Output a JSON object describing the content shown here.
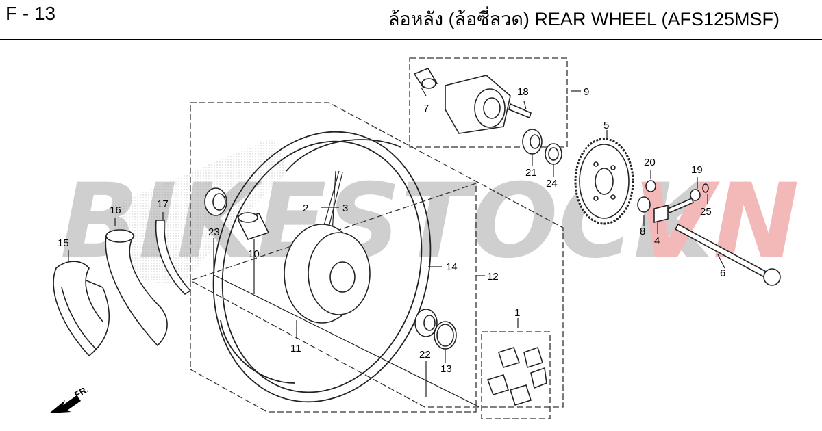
{
  "header": {
    "code": "F - 13",
    "title": "ล้อหลัง (ล้อซี่ลวด)  REAR WHEEL (AFS125MSF)"
  },
  "watermark": {
    "text_gray": "BIKESTOCK",
    "text_red": "VN",
    "color_gray": "#cfcfcf",
    "color_red": "#f3b9b9"
  },
  "direction_label": "FR.",
  "callouts": {
    "c1": "1",
    "c2": "2",
    "c3": "3",
    "c4": "4",
    "c5": "5",
    "c6": "6",
    "c7": "7",
    "c8": "8",
    "c9": "9",
    "c10": "10",
    "c11": "11",
    "c12": "12",
    "c13": "13",
    "c14": "14",
    "c15": "15",
    "c16": "16",
    "c17": "17",
    "c18": "18",
    "c19": "19",
    "c20": "20",
    "c21": "21",
    "c22": "22",
    "c23": "23",
    "c24": "24",
    "c25": "25"
  }
}
